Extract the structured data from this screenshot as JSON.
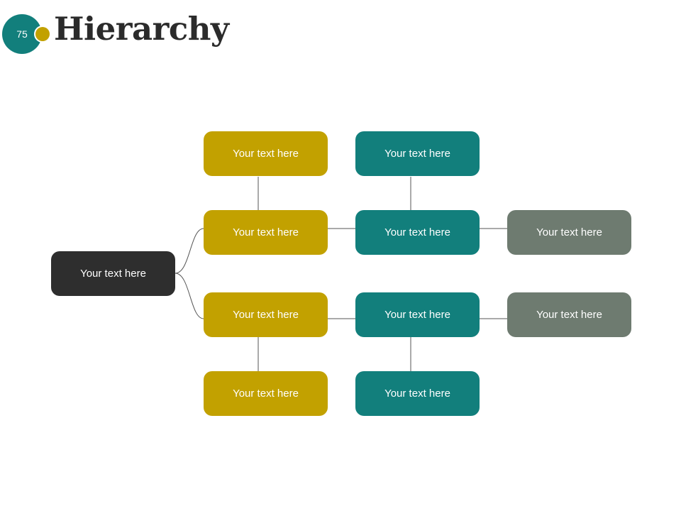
{
  "slide_number": "75",
  "title": "Hierarchy",
  "colors": {
    "root": "#2e2e2e",
    "gold": "#c2a100",
    "teal": "#127f7c",
    "gray": "#6e7b70",
    "connector": "#555555"
  },
  "nodes": {
    "root": "Your text here",
    "gold_top": "Your text here",
    "gold_upper": "Your text here",
    "gold_lower": "Your text here",
    "gold_bottom": "Your text here",
    "teal_top": "Your text here",
    "teal_upper": "Your text here",
    "teal_lower": "Your text here",
    "teal_bottom": "Your text here",
    "gray_upper": "Your text here",
    "gray_lower": "Your text here"
  }
}
